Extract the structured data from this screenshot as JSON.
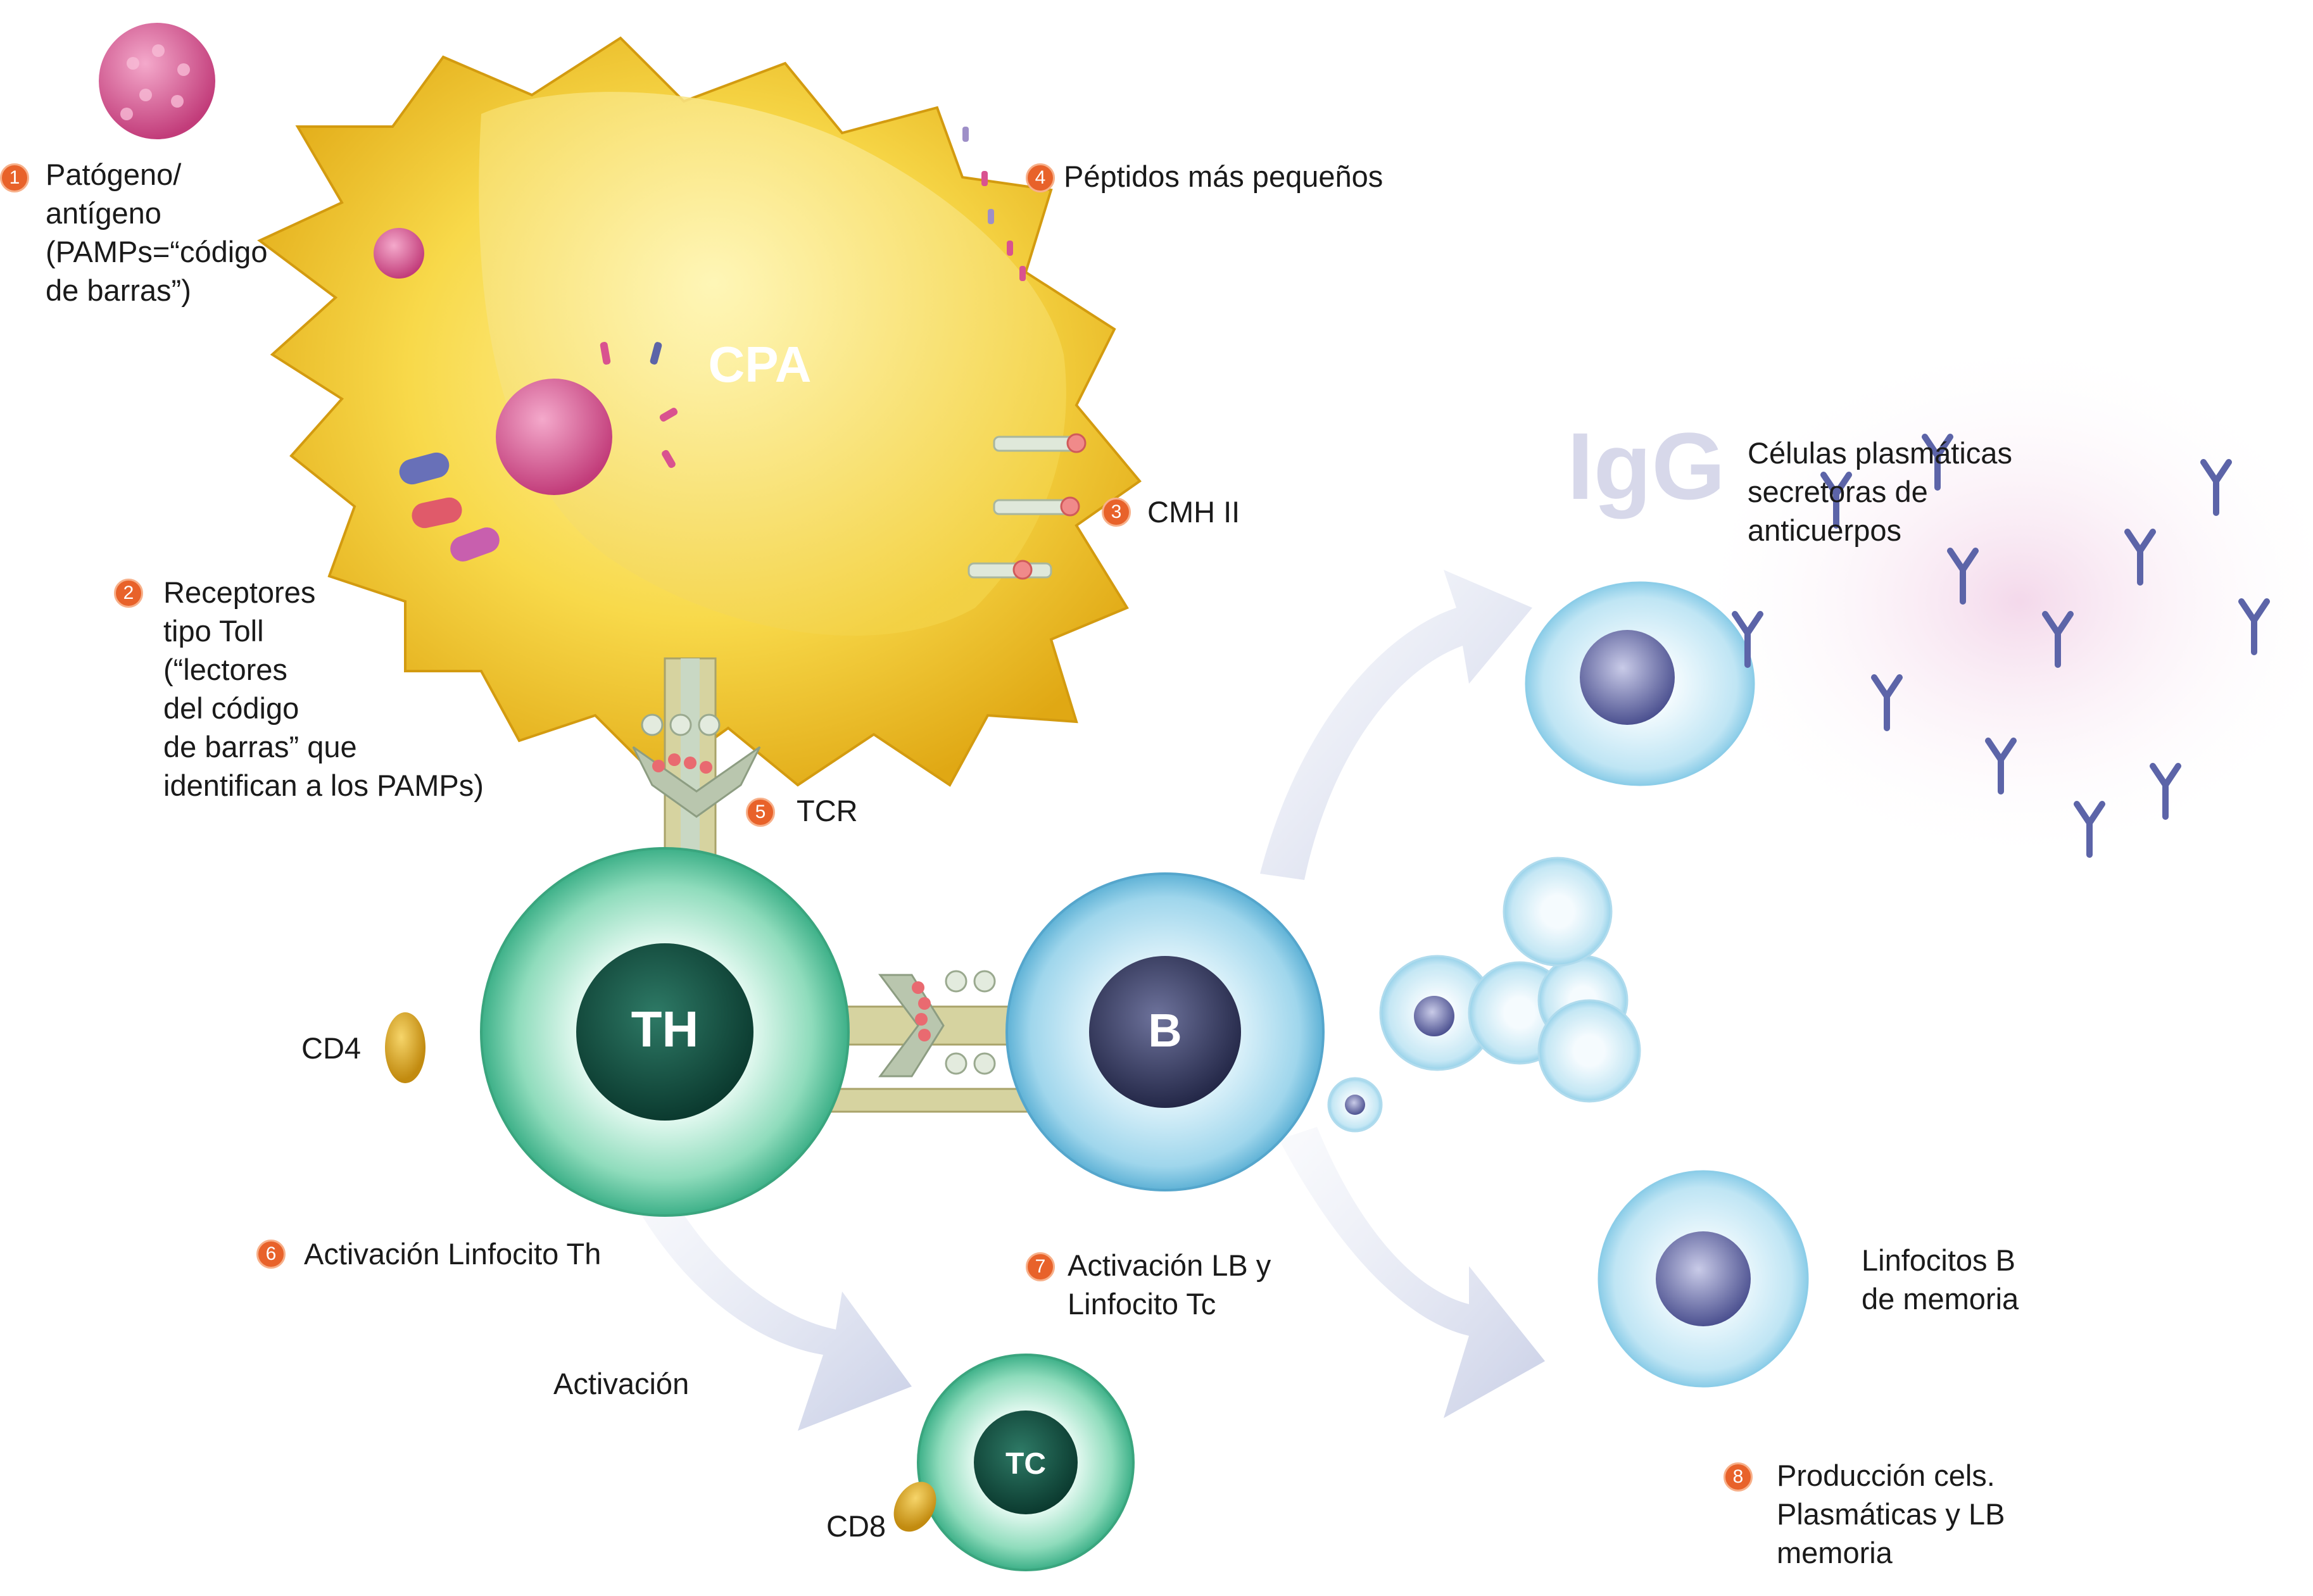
{
  "colors": {
    "apc": "#f2c11f",
    "apc_light": "#f8d94a",
    "th_cell": "#4fc69a",
    "th_nucleus": "#0d4a3c",
    "b_cell": "#86cbe6",
    "b_nucleus": "#3b3f6a",
    "pathogen": "#d9528f",
    "step_badge": "#e8622a",
    "igg_text": "#d7d8ea",
    "antibody": "#5c64a8"
  },
  "cells": {
    "apc": "CPA",
    "th": "TH",
    "b": "B",
    "tc": "TC"
  },
  "igg_label": "IgG",
  "steps": [
    {
      "num": "1",
      "lines": [
        "Patógeno/",
        "antígeno",
        "(PAMPs=“código",
        "de barras”)"
      ]
    },
    {
      "num": "2",
      "lines": [
        "Receptores",
        "tipo Toll",
        "(“lectores",
        "del código",
        "de barras” que",
        "identifican a los PAMPs)"
      ]
    },
    {
      "num": "3",
      "lines": [
        "CMH II"
      ]
    },
    {
      "num": "4",
      "lines": [
        "Péptidos más pequeños"
      ]
    },
    {
      "num": "5",
      "lines": [
        "TCR"
      ]
    },
    {
      "num": "6",
      "lines": [
        "Activación Linfocito Th"
      ]
    },
    {
      "num": "7",
      "lines": [
        "Activación LB y",
        "Linfocito Tc"
      ]
    },
    {
      "num": "8",
      "lines": [
        "Producción cels.",
        "Plasmáticas y LB",
        "memoria"
      ]
    }
  ],
  "labels": {
    "cd4": "CD4",
    "cd8": "CD8",
    "activation": "Activación",
    "plasma_cells": [
      "Células plasmáticas",
      "secretoras de",
      "anticuerpos"
    ],
    "memory_b": [
      "Linfocitos B",
      "de memoria"
    ]
  }
}
